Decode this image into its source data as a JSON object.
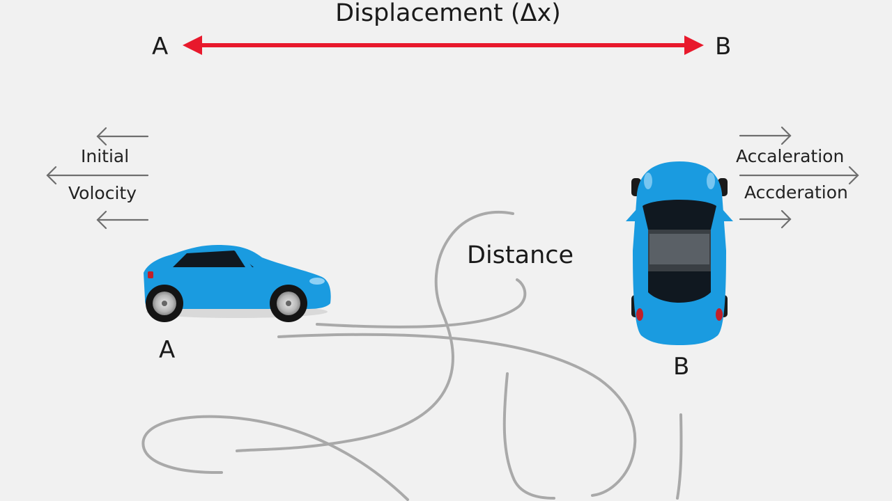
{
  "title": "Displacement (Δx)",
  "start_label": "A",
  "end_label": "B",
  "left_labels": [
    "Initial",
    "Volocity"
  ],
  "right_labels": [
    "Accaleration",
    "Accderation"
  ],
  "distance_label": "Distance",
  "car_a_label": "A",
  "car_b_label": "B",
  "colors": {
    "background": "#f1f1f1",
    "displacement_arrow": "#e8192c",
    "car_body": "#1a9be0",
    "path_lines": "#a9a9a9",
    "side_arrows": "#6e6e6e"
  }
}
